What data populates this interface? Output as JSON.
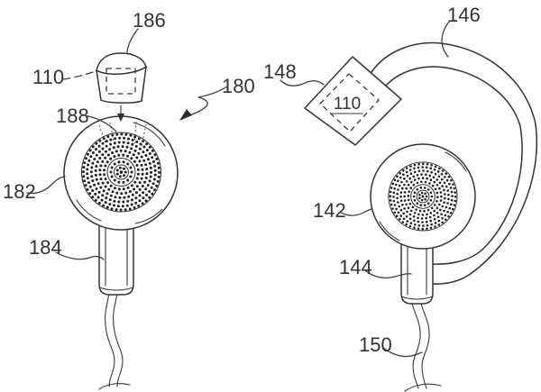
{
  "colors": {
    "background": "#ffffff",
    "line": "#333333"
  },
  "figure": {
    "left_earbud": {
      "tip_label": "186",
      "tip_sensor_label": "110",
      "assembly_label": "180",
      "grille_label": "188",
      "body_label": "182",
      "stem_label": "184"
    },
    "right_earbud": {
      "hook_label": "146",
      "hook_module_label": "148",
      "module_sensor_label": "110",
      "body_label": "142",
      "stem_label": "144",
      "cable_label": "150"
    }
  }
}
